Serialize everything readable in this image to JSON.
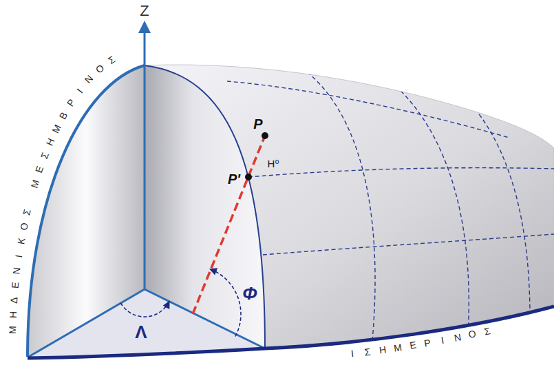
{
  "diagram": {
    "labels": [
      "Z",
      "ΜΗΔΕΝΙΚΟΣ ΜΕΣΗΜΒΡΙΝΟΣ",
      "P",
      "P'",
      "H⁰",
      "Φ",
      "Λ",
      "ΙΣΗΜΕΡΙΝΟΣ"
    ]
  }
}
